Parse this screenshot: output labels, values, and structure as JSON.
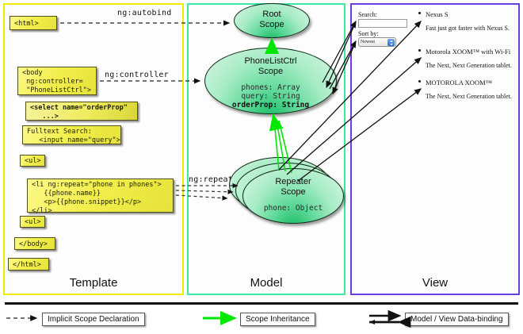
{
  "columns": [
    {
      "key": "template",
      "label": "Template",
      "border_color": "#f2e900"
    },
    {
      "key": "model",
      "label": "Model",
      "border_color": "#3ce8a2"
    },
    {
      "key": "view",
      "label": "View",
      "border_color": "#6a3fe0"
    }
  ],
  "template": {
    "boxes": [
      {
        "id": "html-open",
        "text": "<html>"
      },
      {
        "id": "body-open",
        "text": "<body\n ng:controller=\n \"PhoneListCtrl\">"
      },
      {
        "id": "select",
        "text": "<select name=\"orderProp\"\n   ...>"
      },
      {
        "id": "fulltext",
        "text": "Fulltext Search:\n   <input name=\"query\">"
      },
      {
        "id": "ul-open",
        "text": "<ul>"
      },
      {
        "id": "li-repeat",
        "text": "<li ng:repeat=\"phone in phones\">\n   {{phone.name}}\n   <p>{{phone.snippet}}</p>\n</li>"
      },
      {
        "id": "ul-close",
        "text": "<ul>"
      },
      {
        "id": "body-close",
        "text": "</body>"
      },
      {
        "id": "html-close",
        "text": "</html>"
      }
    ]
  },
  "annotations": [
    {
      "id": "ng-autobind",
      "text": "ng:autobind"
    },
    {
      "id": "ng-controller",
      "text": "ng:controller"
    },
    {
      "id": "ng-repeat",
      "text": "ng:repeat"
    }
  ],
  "model": {
    "scopes": [
      {
        "id": "root-scope",
        "title": "Root\nScope",
        "props": []
      },
      {
        "id": "phonelist-scope",
        "title": "PhoneListCtrl\nScope",
        "props": [
          "phones: Array",
          "query: String",
          "orderProp: String"
        ],
        "bold_props": [
          "orderProp: String"
        ]
      },
      {
        "id": "repeater-scope",
        "title": "Repeater\nScope",
        "props": [
          "phone: Object"
        ],
        "bold_props": []
      }
    ]
  },
  "view": {
    "search_label": "Search:",
    "search_value": "",
    "sort_label": "Sort by:",
    "sort_selected": "Newest",
    "sort_options": [
      "Newest"
    ],
    "phones": [
      {
        "name": "Nexus S",
        "snippet": "Fast just got faster with Nexus S."
      },
      {
        "name": "Motorola XOOM™ with Wi-Fi",
        "snippet": "The Next, Next Generation tablet."
      },
      {
        "name": "MOTOROLA XOOM™",
        "snippet": "The Next, Next Generation tablet."
      }
    ]
  },
  "legend": {
    "items": [
      {
        "id": "implicit-scope-declaration",
        "label": "Implicit Scope Declaration",
        "style": "dashed-arrow",
        "color": "#222222"
      },
      {
        "id": "scope-inheritance",
        "label": "Scope Inheritance",
        "style": "green-arrow",
        "color": "#00e800"
      },
      {
        "id": "model-view-data-binding",
        "label": "Model / View Data-binding",
        "style": "double-arrow",
        "color": "#111111"
      }
    ]
  },
  "colors": {
    "template_border": "#f2e900",
    "model_border": "#3ce8a2",
    "view_border": "#6a3fe0",
    "code_box_fill": "#efec4f",
    "scope_fill": "#6fd99f",
    "inheritance_arrow": "#00e800"
  }
}
